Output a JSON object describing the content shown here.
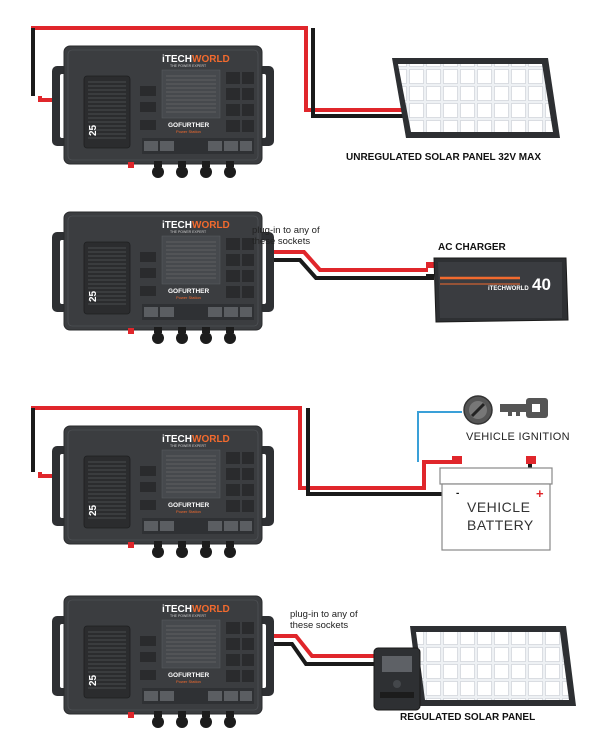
{
  "unit": {
    "brand_prefix": "iTECH",
    "brand_suffix": "WORLD",
    "tagline": "THE POWER EXPERT",
    "model": "GOFURTHER",
    "model_sub": "Power Station",
    "rating": "25"
  },
  "diagrams": [
    {
      "id": "solar-unregulated",
      "label": "UNREGULATED SOLAR PANEL 32V MAX"
    },
    {
      "id": "ac-charger",
      "label": "AC CHARGER",
      "note_line1": "plug-in to any of",
      "note_line2": "these sockets",
      "charger_brand": "iTECHWORLD",
      "charger_rating": "40"
    },
    {
      "id": "vehicle",
      "ignition_label": "VEHICLE IGNITION",
      "battery_line1": "VEHICLE",
      "battery_line2": "BATTERY",
      "minus": "-",
      "plus": "+"
    },
    {
      "id": "solar-regulated",
      "label": "REGULATED SOLAR PANEL",
      "note_line1": "plug-in to any of",
      "note_line2": "these sockets"
    }
  ],
  "colors": {
    "wire_red": "#e0262b",
    "wire_black": "#1a1a1a",
    "ignition_wire": "#3aa0d8",
    "unit_body": "#3b3d40",
    "accent_orange": "#f26a2e"
  }
}
